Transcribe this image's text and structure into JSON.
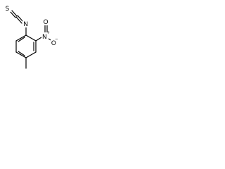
{
  "molecule": {
    "atoms": {
      "sulfur": "S",
      "carbon_isothiocyanate": "C",
      "nitrogen_isothiocyanate": "N",
      "nitrogen_nitro": "N",
      "nitro_charge": "+",
      "oxygen_top": "O",
      "oxygen_bottom": "O",
      "oxide_charge": "−"
    }
  }
}
